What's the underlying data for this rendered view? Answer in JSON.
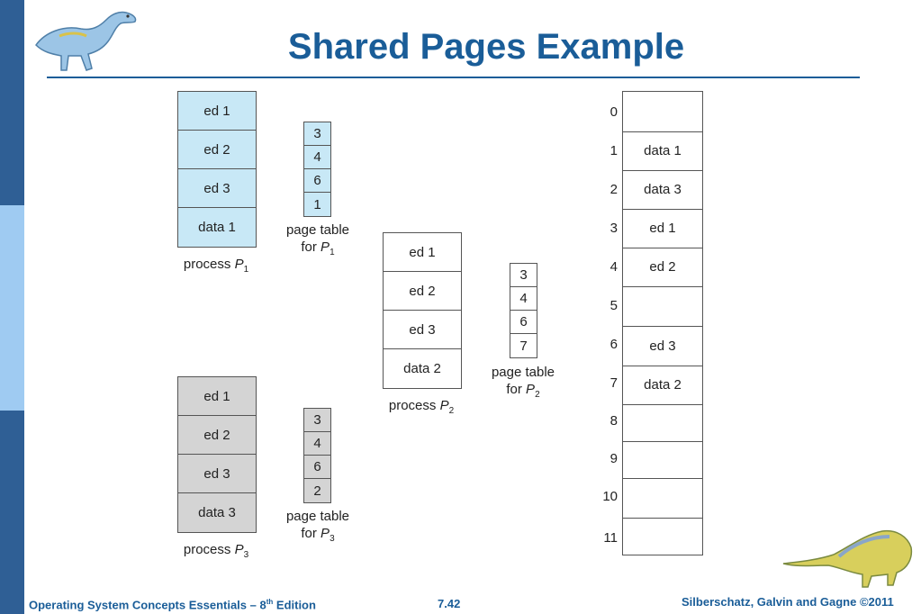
{
  "title": "Shared Pages Example",
  "process_p1": {
    "pages": [
      "ed 1",
      "ed 2",
      "ed 3",
      "data 1"
    ],
    "caption_prefix": "process ",
    "caption_var": "P",
    "caption_sub": "1"
  },
  "page_table_p1": {
    "entries": [
      "3",
      "4",
      "6",
      "1"
    ],
    "caption_line1": "page table",
    "caption_prefix": "for ",
    "caption_var": "P",
    "caption_sub": "1"
  },
  "process_p2": {
    "pages": [
      "ed 1",
      "ed 2",
      "ed 3",
      "data 2"
    ],
    "caption_prefix": "process ",
    "caption_var": "P",
    "caption_sub": "2"
  },
  "page_table_p2": {
    "entries": [
      "3",
      "4",
      "6",
      "7"
    ],
    "caption_line1": "page table",
    "caption_prefix": "for ",
    "caption_var": "P",
    "caption_sub": "2"
  },
  "process_p3": {
    "pages": [
      "ed 1",
      "ed 2",
      "ed 3",
      "data 3"
    ],
    "caption_prefix": "process ",
    "caption_var": "P",
    "caption_sub": "3"
  },
  "page_table_p3": {
    "entries": [
      "3",
      "4",
      "6",
      "2"
    ],
    "caption_line1": "page table",
    "caption_prefix": "for ",
    "caption_var": "P",
    "caption_sub": "3"
  },
  "physical_memory": {
    "frames": [
      {
        "number": "0",
        "content": ""
      },
      {
        "number": "1",
        "content": "data 1"
      },
      {
        "number": "2",
        "content": "data 3"
      },
      {
        "number": "3",
        "content": "ed 1"
      },
      {
        "number": "4",
        "content": "ed 2"
      },
      {
        "number": "5",
        "content": ""
      },
      {
        "number": "6",
        "content": "ed 3"
      },
      {
        "number": "7",
        "content": "data 2"
      },
      {
        "number": "8",
        "content": ""
      },
      {
        "number": "9",
        "content": ""
      },
      {
        "number": "10",
        "content": ""
      },
      {
        "number": "11",
        "content": ""
      }
    ]
  },
  "footer": {
    "left_prefix": "Operating System Concepts Essentials – 8",
    "left_sup": "th",
    "left_suffix": " Edition",
    "center": "7.42",
    "right": "Silberschatz, Galvin and Gagne ©2011"
  },
  "icons": {
    "top_left": "dinosaur-logo-icon",
    "bottom_right": "dinosaur-logo-icon"
  },
  "colors": {
    "title": "#1a5d98",
    "p1_fill": "#c8e8f6",
    "p3_fill": "#d4d4d4",
    "sidebar_dark": "#2f5f95",
    "sidebar_light": "#9fcbf2"
  }
}
